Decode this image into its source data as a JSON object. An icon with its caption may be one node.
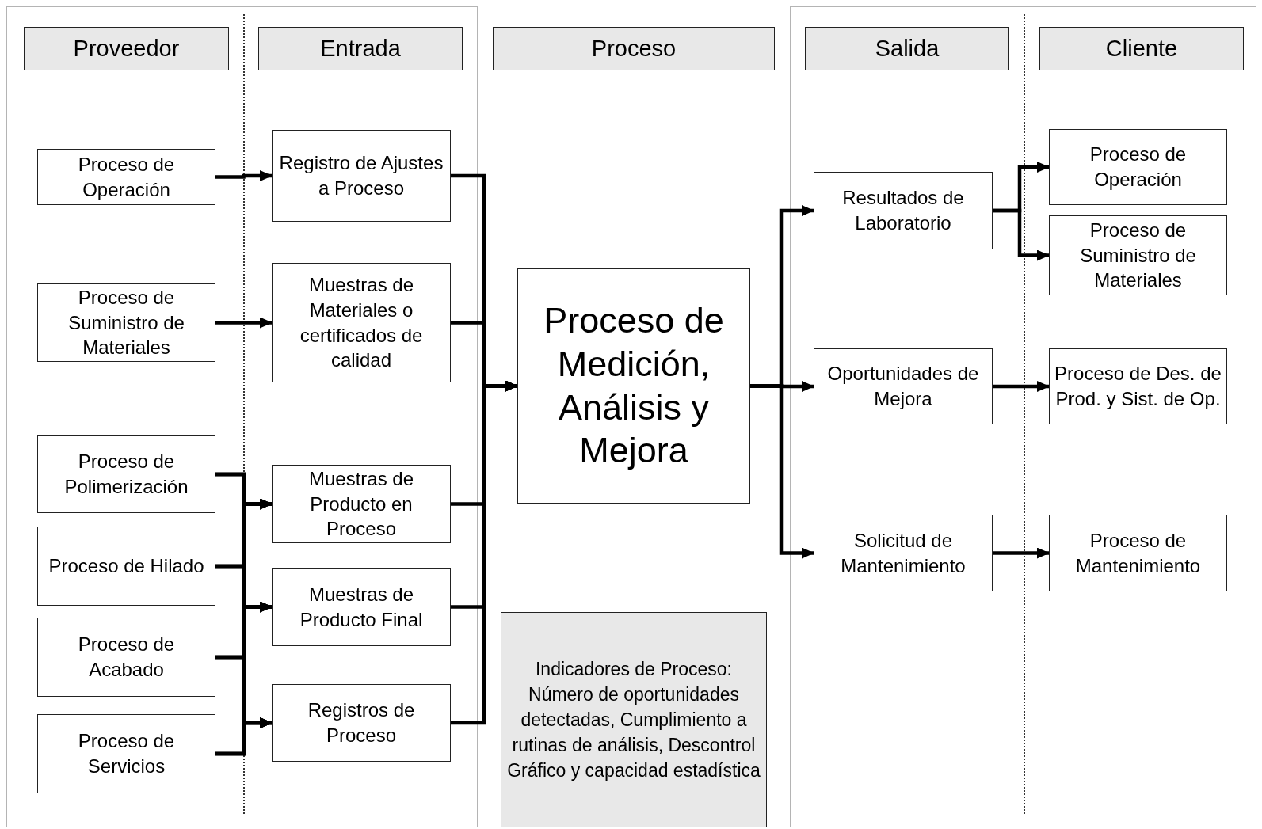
{
  "diagram": {
    "nodes": [
      {
        "text": [
          "Proveedor"
        ]
      },
      {
        "text": [
          "Entrada"
        ]
      },
      {
        "text": [
          "Proceso"
        ]
      },
      {
        "text": [
          "Salida"
        ]
      },
      {
        "text": [
          "Cliente"
        ]
      },
      {
        "text": [
          "Proceso de Operación"
        ]
      },
      {
        "text": [
          "Proceso de Suministro de Materiales"
        ]
      },
      {
        "text": [
          "Proceso de Polimerización"
        ]
      },
      {
        "text": [
          "Proceso de Hilado"
        ]
      },
      {
        "text": [
          "Proceso de Acabado"
        ]
      },
      {
        "text": [
          "Proceso de Servicios"
        ]
      },
      {
        "text": [
          "Registro de Ajustes a Proceso"
        ]
      },
      {
        "text": [
          "Muestras de Materiales o certificados de calidad"
        ]
      },
      {
        "text": [
          "Muestras de Producto en Proceso"
        ]
      },
      {
        "text": [
          "Muestras de Producto Final"
        ]
      },
      {
        "text": [
          "Registros de Proceso"
        ]
      },
      {
        "text": [
          "Proceso de Medición, Análisis y Mejora"
        ]
      },
      {
        "text": [
          "Indicadores de Proceso: Número de oportunidades detectadas, Cumplimiento a rutinas de análisis, Descontrol Gráfico y capacidad estadística"
        ]
      },
      {
        "text": [
          "Resultados de Laboratorio"
        ]
      },
      {
        "text": [
          "Oportunidades de Mejora"
        ]
      },
      {
        "text": [
          "Solicitud de Mantenimiento"
        ]
      },
      {
        "text": [
          "Proceso de Operación"
        ]
      },
      {
        "text": [
          "Proceso de Suministro de Materiales"
        ]
      },
      {
        "text": [
          "Proceso de Des. de Prod. y Sist. de Op."
        ]
      },
      {
        "text": [
          "Proceso de Mantenimiento"
        ]
      }
    ],
    "edges": [
      {
        "from": 5,
        "to": 11,
        "arrow": "to"
      },
      {
        "from": 6,
        "to": 12,
        "arrow": "to"
      },
      {
        "from": 7,
        "to": 13,
        "arrow": "to"
      },
      {
        "from": 7,
        "to": 14,
        "arrow": "to"
      },
      {
        "from": 7,
        "to": 15,
        "arrow": "to"
      },
      {
        "from": 8,
        "to": 13,
        "arrow": "to"
      },
      {
        "from": 8,
        "to": 14,
        "arrow": "to"
      },
      {
        "from": 8,
        "to": 15,
        "arrow": "to"
      },
      {
        "from": 9,
        "to": 13,
        "arrow": "to"
      },
      {
        "from": 9,
        "to": 14,
        "arrow": "to"
      },
      {
        "from": 9,
        "to": 15,
        "arrow": "to"
      },
      {
        "from": 10,
        "to": 13,
        "arrow": "to"
      },
      {
        "from": 10,
        "to": 14,
        "arrow": "to"
      },
      {
        "from": 10,
        "to": 15,
        "arrow": "to"
      },
      {
        "from": 11,
        "to": 16,
        "arrow": "to"
      },
      {
        "from": 12,
        "to": 16,
        "arrow": "to"
      },
      {
        "from": 13,
        "to": 16,
        "arrow": "to"
      },
      {
        "from": 14,
        "to": 16,
        "arrow": "to"
      },
      {
        "from": 15,
        "to": 16,
        "arrow": "to"
      },
      {
        "from": 16,
        "to": 18,
        "arrow": "to"
      },
      {
        "from": 16,
        "to": 19,
        "arrow": "to"
      },
      {
        "from": 16,
        "to": 20,
        "arrow": "to"
      },
      {
        "from": 18,
        "to": 21,
        "arrow": "to"
      },
      {
        "from": 18,
        "to": 22,
        "arrow": "to"
      },
      {
        "from": 19,
        "to": 23,
        "arrow": "to"
      },
      {
        "from": 20,
        "to": 24,
        "arrow": "to"
      }
    ]
  }
}
